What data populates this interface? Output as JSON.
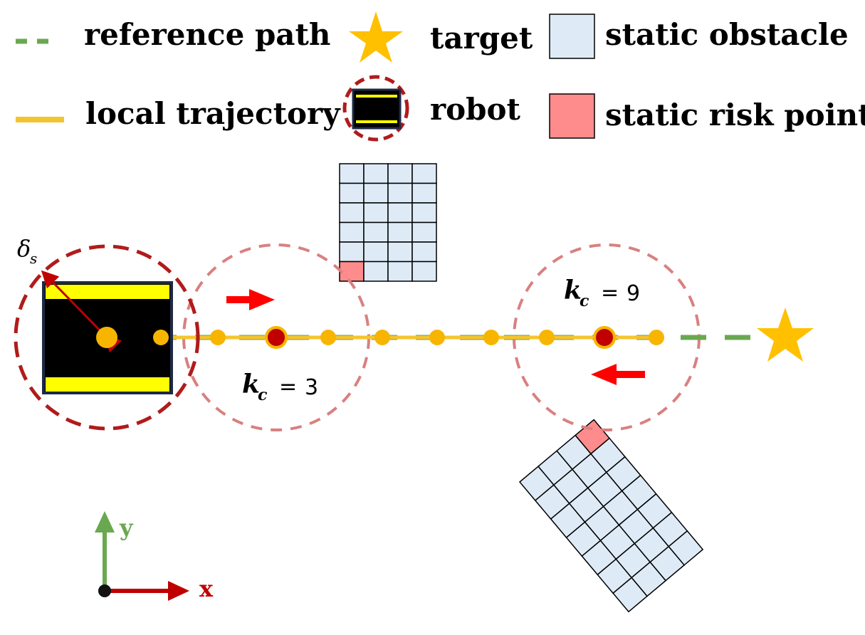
{
  "legend": {
    "reference_path": "reference path",
    "local_trajectory": "local trajectory",
    "target": "target",
    "robot": "robot",
    "static_obstacle": "static obstacle",
    "static_risk_point": "static risk point"
  },
  "labels": {
    "delta_main": "δ",
    "delta_sub": "s",
    "kc_main": "k",
    "kc_sub": "c",
    "kc_eq": "=",
    "kc_left_value": "3",
    "kc_right_value": "9",
    "axis_x": "x",
    "axis_y": "y"
  },
  "colors": {
    "reference_path": "#6aa84f",
    "local_trajectory": "#f4c430",
    "waypoint": "#f7b500",
    "risk_waypoint": "#c00000",
    "robot_body": "#000000",
    "robot_stripe": "#ffff00",
    "robot_border": "#1f2a44",
    "safety_circle": "#b11b1b",
    "collision_circle": "#d98080",
    "obstacle_fill": "#deebf7",
    "risk_fill": "#ff8c8c",
    "arrow": "#ff0000",
    "axis_x": "#c00000",
    "axis_y": "#6aa84f",
    "target": "#ffc000"
  },
  "icons": {
    "target": "star-icon",
    "robot": "robot-icon",
    "direction": "arrow-icon"
  }
}
